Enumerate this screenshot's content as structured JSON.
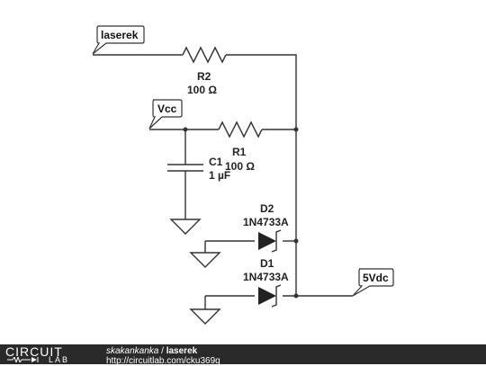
{
  "flags": {
    "laserek": "laserek",
    "vcc": "Vcc",
    "five_vdc": "5Vdc"
  },
  "components": {
    "r2": {
      "ref": "R2",
      "value": "100 Ω"
    },
    "r1": {
      "ref": "R1",
      "value": "100 Ω"
    },
    "c1": {
      "ref": "C1",
      "value": "1 µF"
    },
    "d2": {
      "ref": "D2",
      "value": "1N4733A"
    },
    "d1": {
      "ref": "D1",
      "value": "1N4733A"
    }
  },
  "footer": {
    "logo_top": "CIRCUIT",
    "logo_bottom": "LAB",
    "user": "skakankanka",
    "separator": " / ",
    "project": "laserek",
    "url": "http://circuitlab.com/cku369q"
  }
}
